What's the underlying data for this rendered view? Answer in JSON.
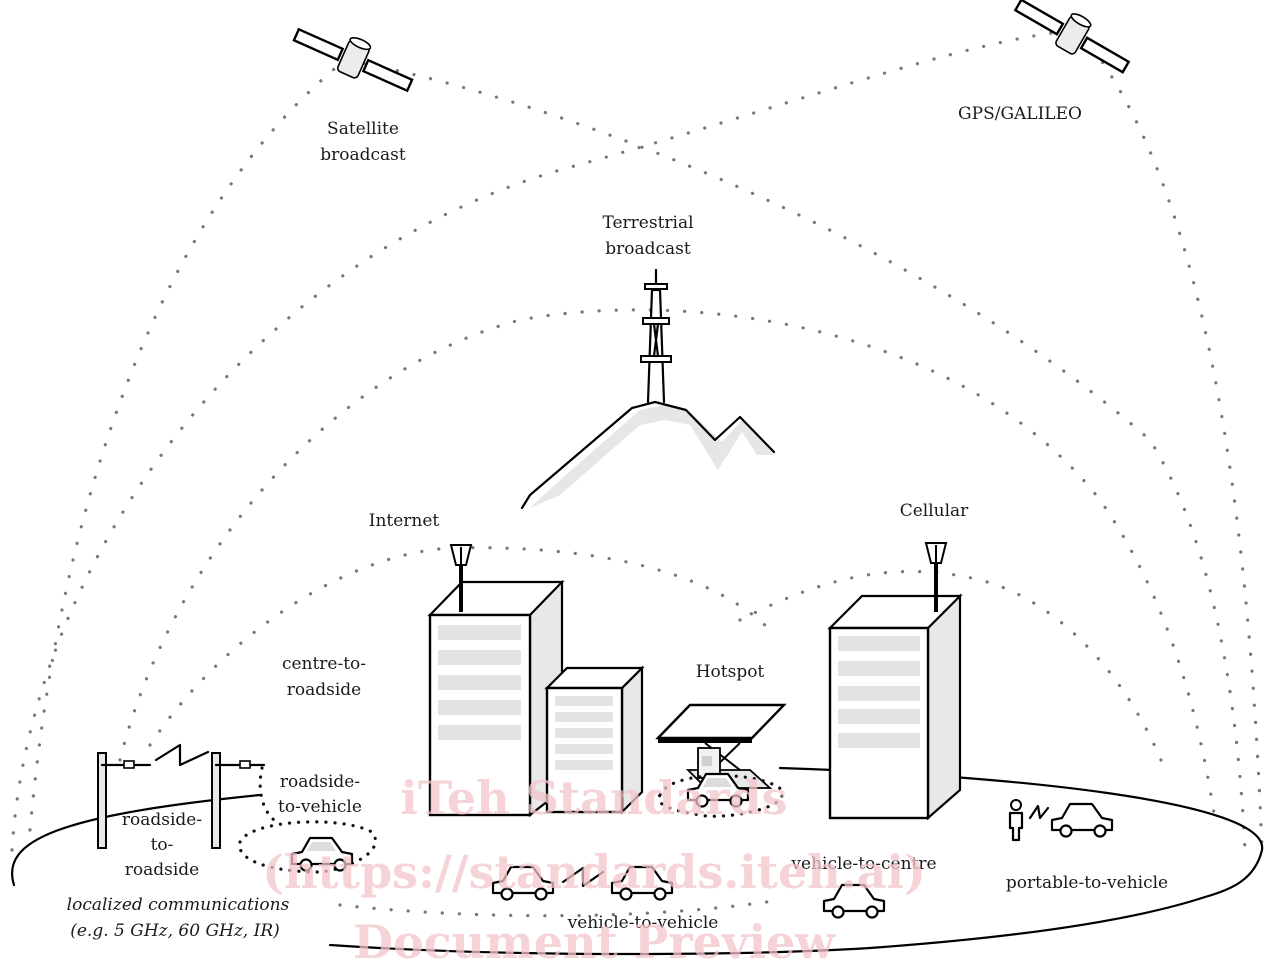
{
  "labels": {
    "satellite_broadcast": [
      "Satellite",
      "broadcast"
    ],
    "gps_galileo": "GPS/GALILEO",
    "terrestrial_broadcast": [
      "Terrestrial",
      "broadcast"
    ],
    "internet": "Internet",
    "cellular": "Cellular",
    "hotspot": "Hotspot",
    "centre_to_roadside": [
      "centre-to-",
      "roadside"
    ],
    "roadside_to_vehicle": [
      "roadside-",
      "to-vehicle"
    ],
    "roadside_to_roadside": [
      "roadside-",
      "to-",
      "roadside"
    ],
    "localized_communications": [
      "localized communications",
      "(e.g. 5 GHz, 60 GHz, IR)"
    ],
    "vehicle_to_vehicle": "vehicle-to-vehicle",
    "vehicle_to_centre": "vehicle-to-centre",
    "portable_to_vehicle": "portable-to-vehicle"
  },
  "watermark": [
    "iTeh Standards",
    "(https://standards.iteh.ai)",
    "Document Preview"
  ],
  "colors": {
    "ink": "#000000",
    "dots": "#777777",
    "building_fill": "#e8e8e8",
    "watermark": "#f1c4c9"
  }
}
